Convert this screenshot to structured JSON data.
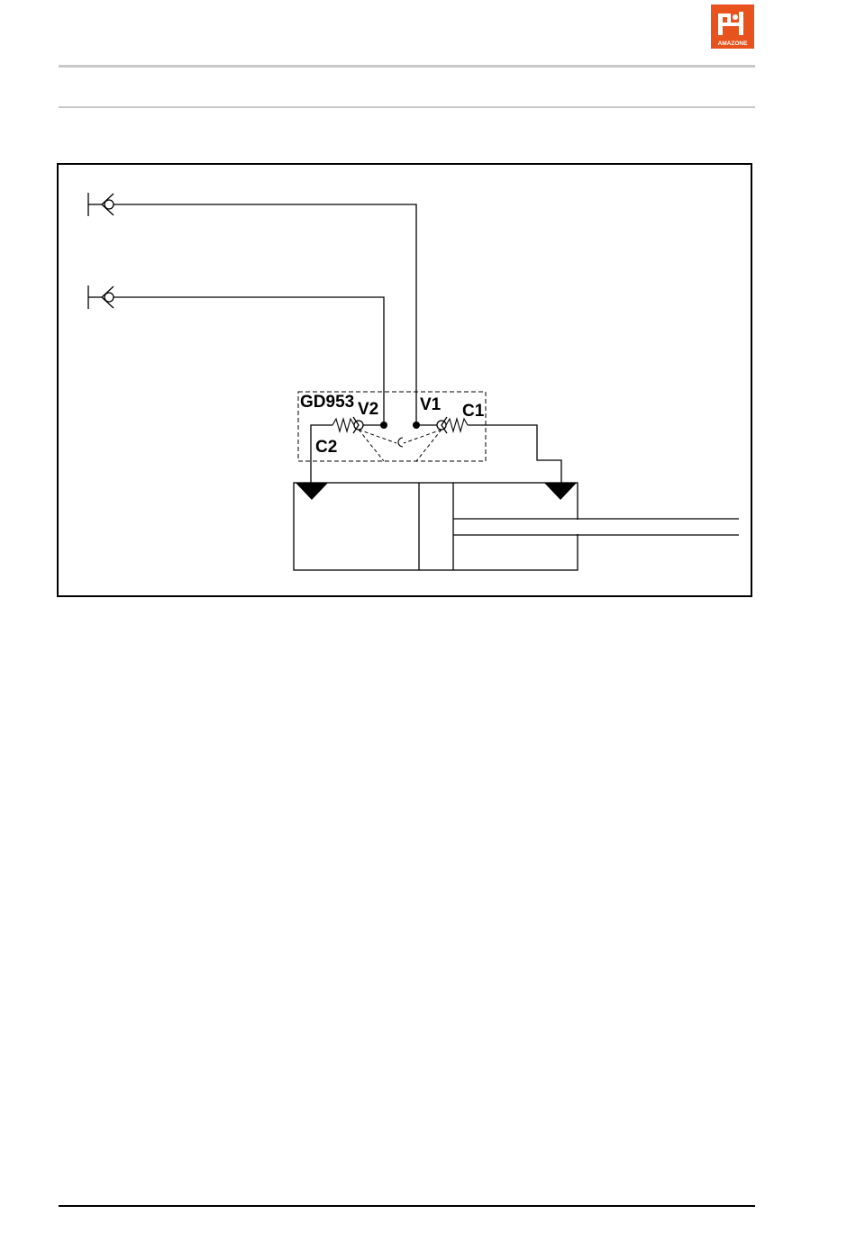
{
  "header": {
    "logo_text": "AMAZONE",
    "brand_color": "#e8521c"
  },
  "diagram": {
    "labels": {
      "valve_id": "GD953",
      "v2": "V2",
      "v1": "V1",
      "c1": "C1",
      "c2": "C2"
    }
  }
}
